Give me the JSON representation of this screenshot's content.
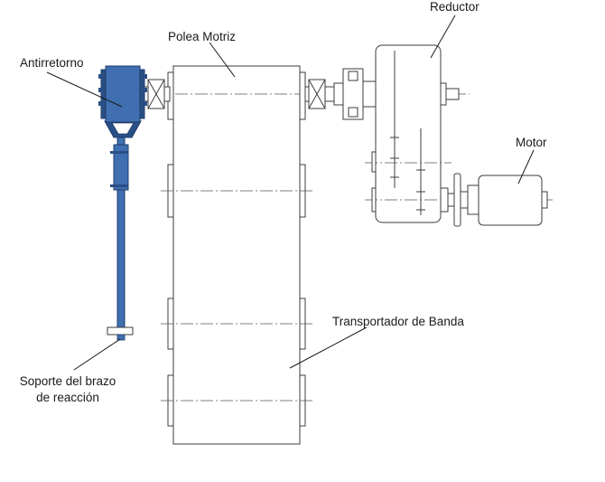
{
  "labels": {
    "reductor": "Reductor",
    "polea_motriz": "Polea Motriz",
    "antirretorno": "Antirretorno",
    "motor": "Motor",
    "transportador": "Transportador de Banda",
    "soporte_line1": "Soporte del brazo",
    "soporte_line2": "de reacción"
  },
  "colors": {
    "antirretorno_fill": "#3f6fb0",
    "antirretorno_dark": "#2a4f86",
    "line": "#3c3c3c"
  }
}
